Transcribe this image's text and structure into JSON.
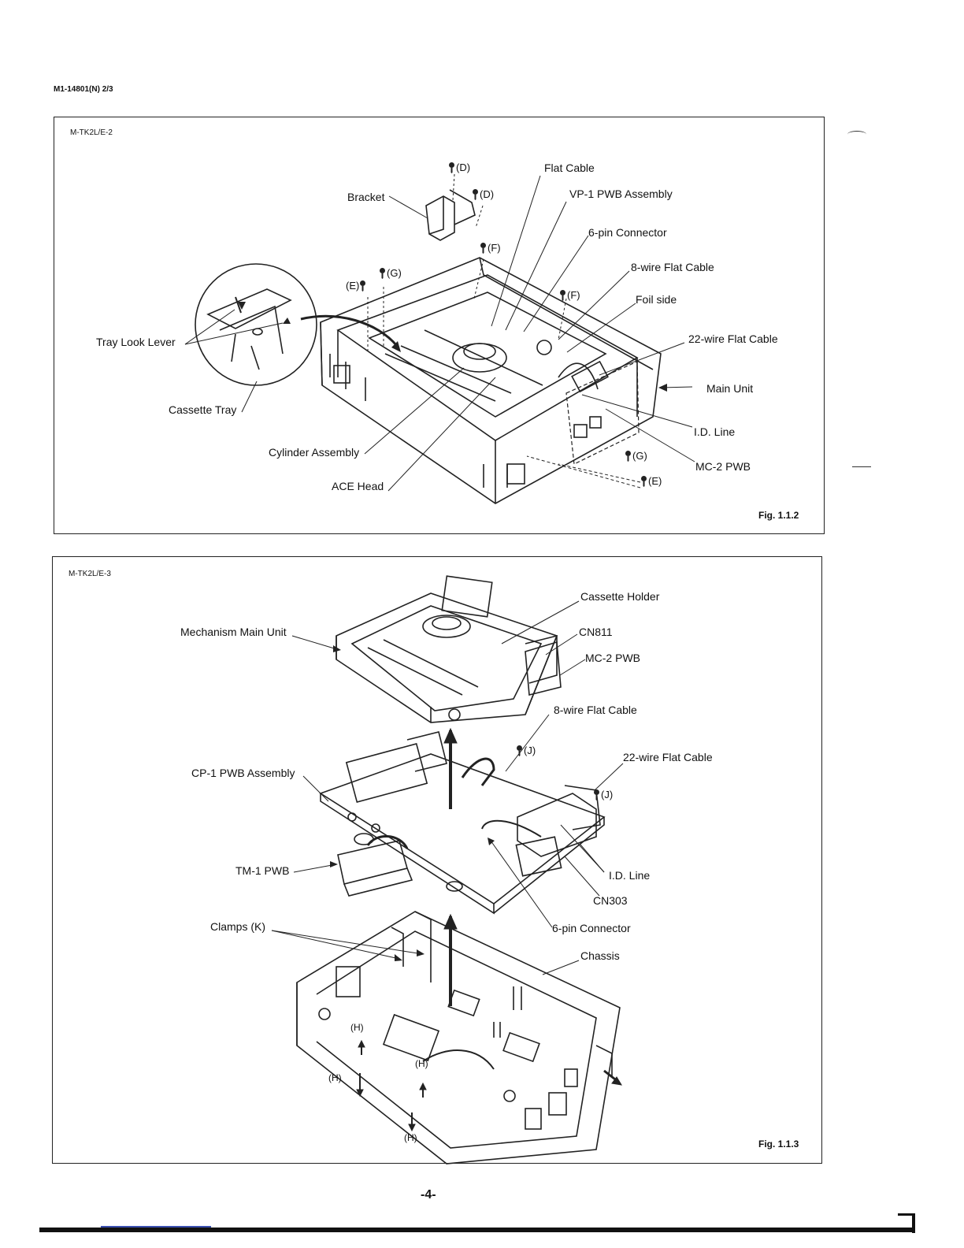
{
  "document_code": "M1-14801(N) 2/3",
  "page_number": "-4-",
  "figures": [
    {
      "code": "M-TK2L/E-2",
      "caption": "Fig. 1.1.2",
      "labels": {
        "flat_cable": "Flat Cable",
        "vp1_pwb": "VP-1 PWB Assembly",
        "bracket": "Bracket",
        "six_pin": "6-pin Connector",
        "eight_wire": "8-wire Flat Cable",
        "foil_side": "Foil side",
        "tray_lock_lever": "Tray Look Lever",
        "twentytwo_wire": "22-wire Flat Cable",
        "main_unit": "Main Unit",
        "cassette_tray": "Cassette Tray",
        "id_line": "I.D. Line",
        "cylinder": "Cylinder Assembly",
        "mc2_pwb": "MC-2 PWB",
        "ace_head": "ACE Head"
      },
      "screws": {
        "d1": "(D)",
        "d2": "(D)",
        "f1": "(F)",
        "f2": "(F)",
        "g1": "(G)",
        "e1": "(E)",
        "g2": "(G)",
        "e2": "(E)"
      }
    },
    {
      "code": "M-TK2L/E-3",
      "caption": "Fig. 1.1.3",
      "labels": {
        "cassette_holder": "Cassette Holder",
        "mechanism_main_unit": "Mechanism Main Unit",
        "cn811": "CN811",
        "mc2_pwb": "MC-2 PWB",
        "eight_wire": "8-wire Flat Cable",
        "twentytwo_wire": "22-wire Flat Cable",
        "cp1_pwb": "CP-1 PWB Assembly",
        "tm1_pwb": "TM-1 PWB",
        "id_line": "I.D. Line",
        "cn303": "CN303",
        "clamps": "Clamps (K)",
        "six_pin": "6-pin Connector",
        "chassis": "Chassis"
      },
      "screws": {
        "j1": "(J)",
        "j2": "(J)"
      },
      "clamp_points": {
        "h1": "(H)",
        "h2": "(H)",
        "h3": "(H)",
        "h4": "(H)"
      }
    }
  ]
}
